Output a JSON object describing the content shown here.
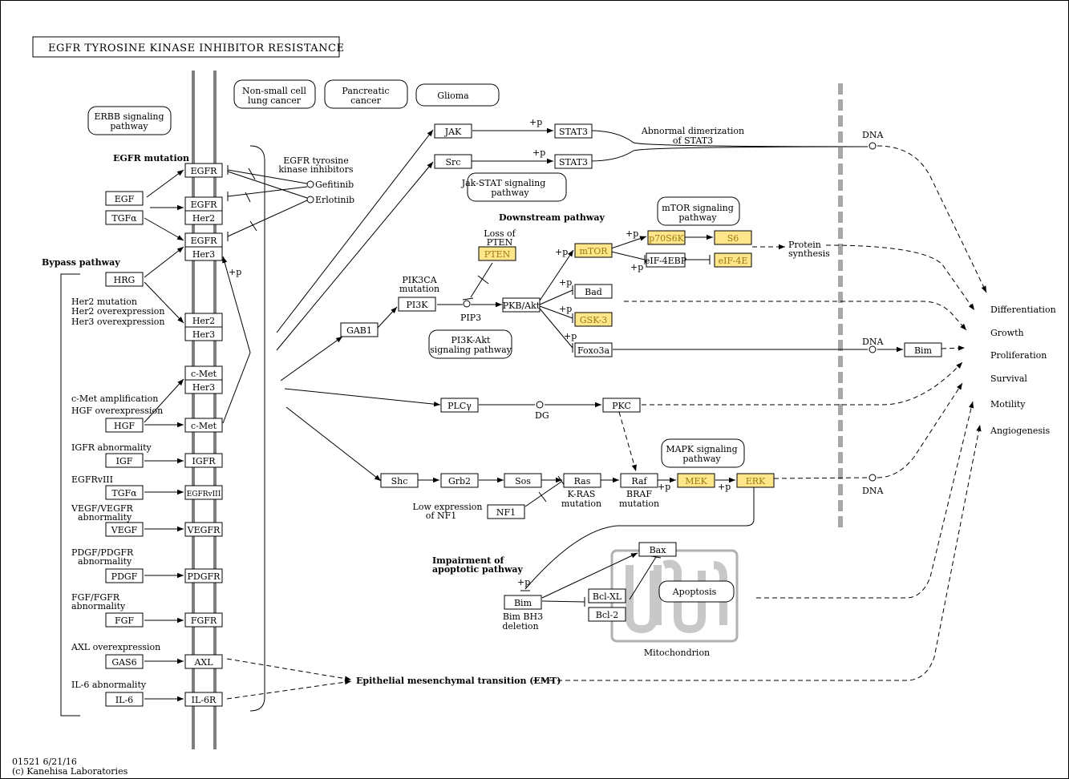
{
  "title": "EGFR TYROSINE KINASE INHIBITOR RESISTANCE",
  "footer": {
    "line1": "01521 6/21/16",
    "line2": "(c) Kanehisa Laboratories"
  },
  "map_links": {
    "nsclc": [
      "Non-small cell",
      "lung cancer"
    ],
    "pancreatic": [
      "Pancreatic",
      "cancer"
    ],
    "glioma": [
      "Glioma"
    ],
    "erbb": [
      "ERBB signaling",
      "pathway"
    ],
    "jakstat": [
      "Jak-STAT signaling",
      "pathway"
    ],
    "mtor": [
      "mTOR signaling",
      "pathway"
    ],
    "pi3k": [
      "PI3K-Akt",
      "signaling pathway"
    ],
    "mapk": [
      "MAPK signaling",
      "pathway"
    ],
    "apoptosis": [
      "Apoptosis"
    ]
  },
  "labels": {
    "egfr_mutation": "EGFR mutation",
    "bypass": "Bypass pathway",
    "tki": [
      "EGFR tyrosine",
      "kinase inhibitors"
    ],
    "gefitinib": "Gefitinib",
    "erlotinib": "Erlotinib",
    "her_mut": [
      "Her2 mutation",
      "Her2 overexpression",
      "Her3 overexpression"
    ],
    "cmet": [
      "c-Met amplification",
      "HGF overexpression"
    ],
    "igfr_ab": "IGFR abnormality",
    "egfrviii": "EGFRvIII",
    "vegf_ab": [
      "VEGF/VEGFR",
      "abnormality"
    ],
    "pdgf_ab": [
      "PDGF/PDGFR",
      "abnormality"
    ],
    "fgf_ab": [
      "FGF/FGFR",
      "abnormality"
    ],
    "axl_ov": "AXL overexpression",
    "il6_ab": "IL-6 abnormality",
    "abnormal_dimer": [
      "Abnormal dimerization",
      "of STAT3"
    ],
    "downstream": "Downstream pathway",
    "loss_pten": [
      "Loss of",
      "PTEN"
    ],
    "pik3ca": [
      "PIK3CA",
      "mutation"
    ],
    "pip3": "PIP3",
    "dg": "DG",
    "dna": "DNA",
    "protein_synth": [
      "Protein",
      "synthesis"
    ],
    "kras_mut": [
      "K-RAS",
      "mutation"
    ],
    "braf_mut": [
      "BRAF",
      "mutation"
    ],
    "low_nf1": [
      "Low expression",
      "of NF1"
    ],
    "impairment": [
      "Impairment of",
      "apoptotic pathway"
    ],
    "bim_del": [
      "Bim BH3",
      "deletion"
    ],
    "mitochondrion": "Mitochondrion",
    "emt": "Epithelial mesenchymal transition (EMT)",
    "plusp": "+p"
  },
  "outcomes": [
    "Differentiation",
    "Growth",
    "Proliferation",
    "Survival",
    "Motility",
    "Angiogenesis"
  ],
  "genes": {
    "EGF": "EGF",
    "TGFa": "TGFα",
    "HRG": "HRG",
    "HGF": "HGF",
    "IGF": "IGF",
    "TGFa2": "TGFα",
    "VEGF": "VEGF",
    "PDGF": "PDGF",
    "FGF": "FGF",
    "GAS6": "GAS6",
    "IL6": "IL-6",
    "EGFR1": "EGFR",
    "EGFR2": "EGFR",
    "Her2a": "Her2",
    "EGFR3": "EGFR",
    "Her3a": "Her3",
    "Her2b": "Her2",
    "Her3b": "Her3",
    "cMet1": "c-Met",
    "Her3c": "Her3",
    "cMet2": "c-Met",
    "IGFR": "IGFR",
    "EGFRvIII": "EGFRvIII",
    "VEGFR": "VEGFR",
    "PDGFR": "PDGFR",
    "FGFR": "FGFR",
    "AXL": "AXL",
    "IL6R": "IL-6R",
    "JAK": "JAK",
    "Src": "Src",
    "STAT3a": "STAT3",
    "STAT3b": "STAT3",
    "GAB1": "GAB1",
    "PI3K": "PI3K",
    "PTEN": "PTEN",
    "PKB": "PKB/Akt",
    "mTOR": "mTOR",
    "p70S6K": "p70S6K",
    "S6": "S6",
    "eIF4EBP": "eIF-4EBP",
    "eIF4E": "eIF-4E",
    "Bad": "Bad",
    "GSK3": "GSK-3",
    "Foxo3a": "Foxo3a",
    "Bim1": "Bim",
    "PLCg": "PLCγ",
    "PKC": "PKC",
    "Shc": "Shc",
    "Grb2": "Grb2",
    "Sos": "Sos",
    "Ras": "Ras",
    "Raf": "Raf",
    "MEK": "MEK",
    "ERK": "ERK",
    "NF1": "NF1",
    "Bax": "Bax",
    "BclXL": "Bcl-XL",
    "Bcl2": "Bcl-2",
    "Bim2": "Bim"
  },
  "colors": {
    "highlight": "#ffe68a",
    "highlight_text": "#9a7a12",
    "membrane": "#7f7f7f",
    "mito": "#b0b0b0"
  }
}
